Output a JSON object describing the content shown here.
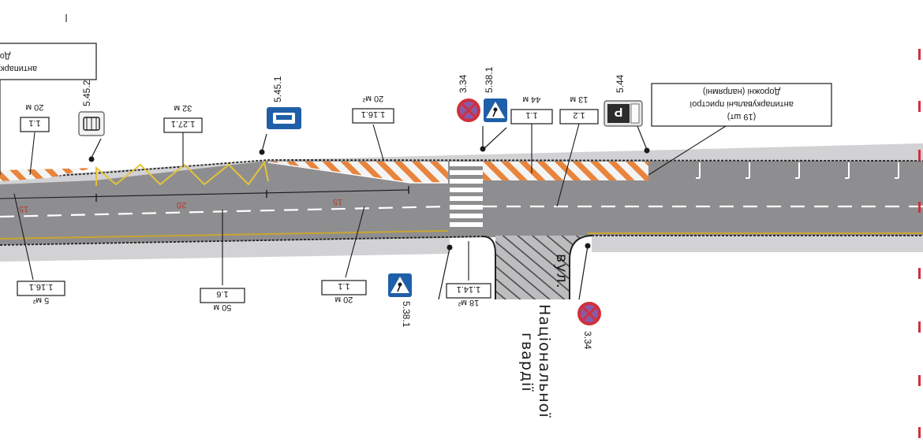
{
  "colors": {
    "road": "#8e8e90",
    "sidewalk": "#d2d2d4",
    "hatch_orange": "#e8843c",
    "zigzag_yellow": "#e5c23a",
    "edge_yellow": "#c9a531",
    "sign_blue": "#1f5fa8",
    "sign_red": "#d0303c",
    "dimension_red": "#b23a2a"
  },
  "top_annotations": [
    {
      "key": "a1",
      "code": "1.1",
      "qty": "20 м"
    },
    {
      "key": "a2",
      "code": "1.27.1",
      "qty": "32 м"
    },
    {
      "key": "a3",
      "code": "1.16.1",
      "qty": "20 м²"
    },
    {
      "key": "a4",
      "code": "1.1",
      "qty": "44 м"
    },
    {
      "key": "a5",
      "code": "1.2",
      "qty": "13 м"
    }
  ],
  "bottom_annotations": [
    {
      "key": "b1",
      "code": "1.16.1",
      "qty": "5 м²"
    },
    {
      "key": "b2",
      "code": "1.6",
      "qty": "50 м"
    },
    {
      "key": "b3",
      "code": "1.1",
      "qty": "20 м"
    },
    {
      "key": "b4",
      "code": "1.14.1",
      "qty": "18 м²"
    }
  ],
  "callouts": {
    "left": {
      "line1": "Дорожні (",
      "line2": "антипаркувальн"
    },
    "right": {
      "line1": "Дорожні (напрямні)",
      "line2": "антипаркувальні пристрої",
      "line3": "(19 шт)"
    }
  },
  "signs": {
    "s1": {
      "code": "5.45.2",
      "icon": "bus-stop-sign-icon"
    },
    "s2": {
      "code": "5.45.1",
      "icon": "bus-stop-sign-icon"
    },
    "s3": {
      "code": "3.34",
      "icon": "no-stopping-sign-icon"
    },
    "s4": {
      "code": "5.38.1",
      "icon": "pedestrian-crossing-sign-icon"
    },
    "s5": {
      "code": "5.44",
      "icon": "parking-sign-icon"
    },
    "s6": {
      "code": "5.38.1",
      "icon": "pedestrian-crossing-sign-icon"
    },
    "s7": {
      "code": "3.34",
      "icon": "no-stopping-sign-icon"
    }
  },
  "dimensions": [
    "15",
    "20",
    "15"
  ],
  "street": {
    "line1": "вул.",
    "line2": "Національної",
    "line3": "гвардії"
  }
}
